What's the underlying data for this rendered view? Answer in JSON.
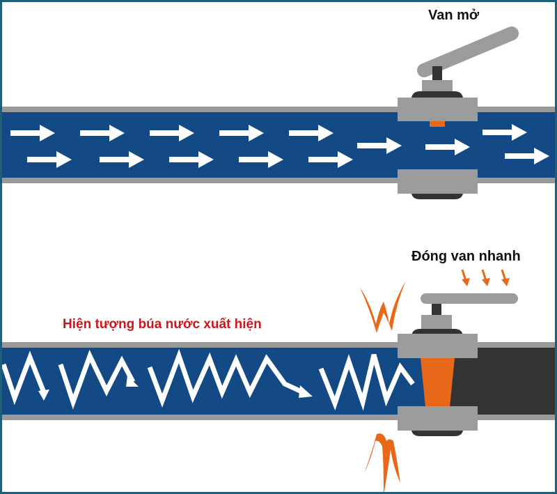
{
  "labels": {
    "valve_open": "Van mở",
    "valve_close_fast": "Đóng van nhanh",
    "water_hammer": "Hiện tượng búa nước xuất hiện"
  },
  "colors": {
    "frame": "#1f5f7e",
    "water": "#134a86",
    "pipe_wall": "#9a9a9a",
    "valve_gray": "#9c9c9c",
    "valve_dark": "#333333",
    "accent_orange": "#e8681a",
    "hammer_text": "#d0141b",
    "empty_pipe": "#333333"
  },
  "panels": [
    {
      "name": "open-valve-flow",
      "state": "valve open, steady flow"
    },
    {
      "name": "fast-valve-closure",
      "state": "valve closed quickly, pressure surge"
    }
  ]
}
